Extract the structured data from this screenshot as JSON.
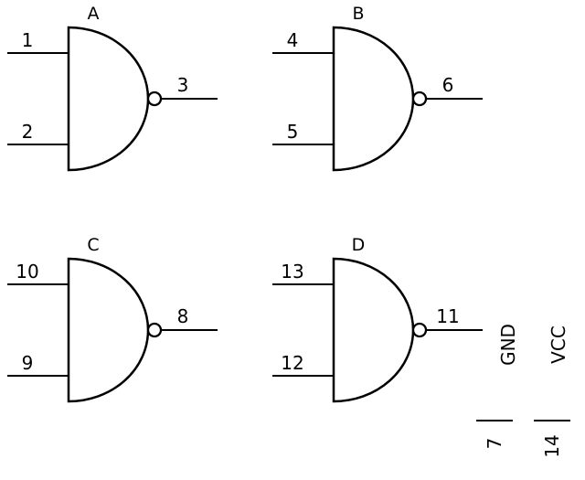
{
  "gates": [
    {
      "label": "A",
      "input_top": "1",
      "input_bottom": "2",
      "output": "3"
    },
    {
      "label": "B",
      "input_top": "4",
      "input_bottom": "5",
      "output": "6"
    },
    {
      "label": "C",
      "input_top": "10",
      "input_bottom": "9",
      "output": "8"
    },
    {
      "label": "D",
      "input_top": "13",
      "input_bottom": "12",
      "output": "11"
    }
  ],
  "power": [
    {
      "name": "GND",
      "pin": "7"
    },
    {
      "name": "VCC",
      "pin": "14"
    }
  ],
  "colors": {
    "line": "#000000",
    "background": "#ffffff"
  }
}
